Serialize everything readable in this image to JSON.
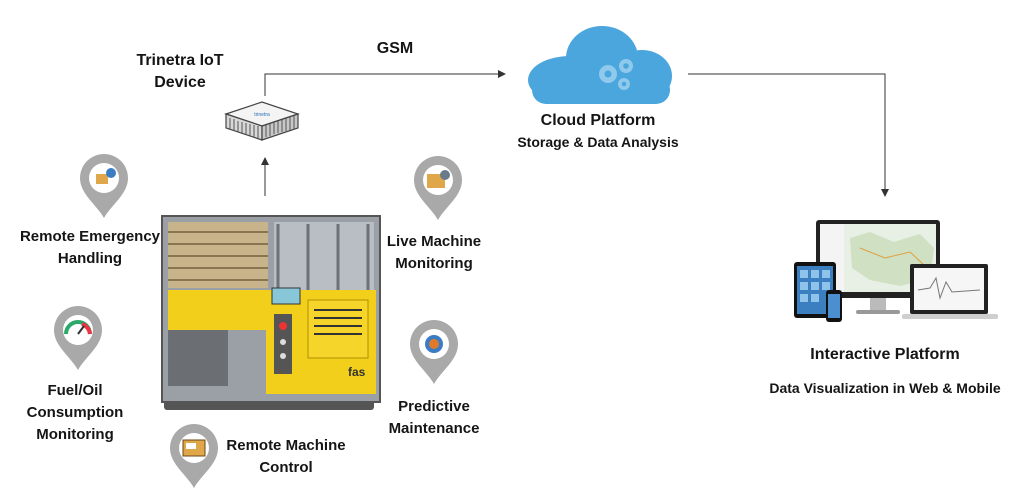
{
  "device": {
    "title_line1": "Trinetra IoT",
    "title_line2": "Device",
    "brand": "trinetra"
  },
  "link": {
    "label": "GSM"
  },
  "cloud": {
    "title": "Cloud Platform",
    "subtitle": "Storage & Data Analysis"
  },
  "interactive": {
    "title": "Interactive Platform",
    "subtitle": "Data Visualization in Web & Mobile"
  },
  "features": [
    {
      "line1": "Remote Emergency",
      "line2": "Handling",
      "icon": "emergency-handling-icon"
    },
    {
      "line1": "Fuel/Oil",
      "line2": "Consumption",
      "line3": "Monitoring",
      "icon": "fuel-gauge-icon"
    },
    {
      "line1": "Remote Machine",
      "line2": "Control",
      "icon": "machine-control-icon"
    },
    {
      "line1": "Live Machine",
      "line2": "Monitoring",
      "icon": "live-monitoring-icon"
    },
    {
      "line1": "Predictive",
      "line2": "Maintenance",
      "icon": "predictive-maintenance-icon"
    }
  ],
  "colors": {
    "cloud": "#4aa6dc",
    "machine": "#f2cf1a",
    "pin": "#a9a9a9",
    "line": "#333333"
  },
  "machine": {
    "brand": "fas"
  }
}
